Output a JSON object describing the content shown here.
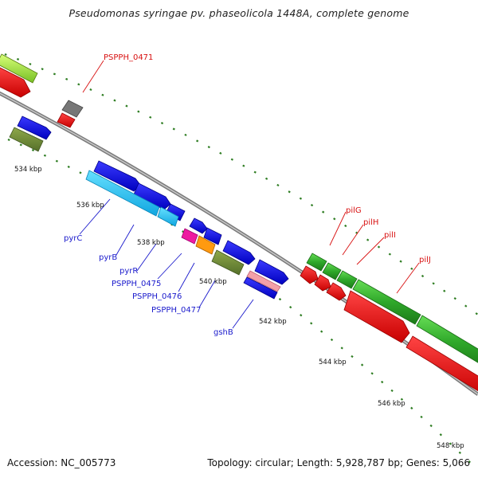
{
  "title": "Pseudomonas syringae pv. phaseolicola 1448A, complete genome",
  "footer": {
    "accession": "Accession: NC_005773",
    "topology": "Topology: circular; Length: 5,928,787 bp; Genes: 5,066"
  },
  "colors": {
    "backbone": "#888888",
    "tick": "#2e7d22",
    "gene_label": "#1a1acc",
    "highlight_label": "#d81010",
    "forward_gene": "#1010e8",
    "reverse_gene": "#e81010",
    "operon_gene": "#33b833",
    "cds_track": "#29c0f0",
    "pseudo_gene": "#777777"
  },
  "scale": {
    "unit": "kbp",
    "labels": [
      "534 kbp",
      "536 kbp",
      "538 kbp",
      "540 kbp",
      "542 kbp",
      "544 kbp",
      "546 kbp",
      "548 kbp"
    ]
  },
  "gene_labels": [
    {
      "text": "PSPPH_0471",
      "kind": "highlight"
    },
    {
      "text": "pyrC",
      "kind": "normal"
    },
    {
      "text": "pyrB",
      "kind": "normal"
    },
    {
      "text": "pyrR",
      "kind": "normal"
    },
    {
      "text": "PSPPH_0475",
      "kind": "normal"
    },
    {
      "text": "PSPPH_0476",
      "kind": "normal"
    },
    {
      "text": "PSPPH_0477",
      "kind": "normal"
    },
    {
      "text": "gshB",
      "kind": "normal"
    },
    {
      "text": "pilG",
      "kind": "highlight"
    },
    {
      "text": "pilH",
      "kind": "highlight"
    },
    {
      "text": "pilI",
      "kind": "highlight"
    },
    {
      "text": "pilJ",
      "kind": "highlight"
    }
  ]
}
